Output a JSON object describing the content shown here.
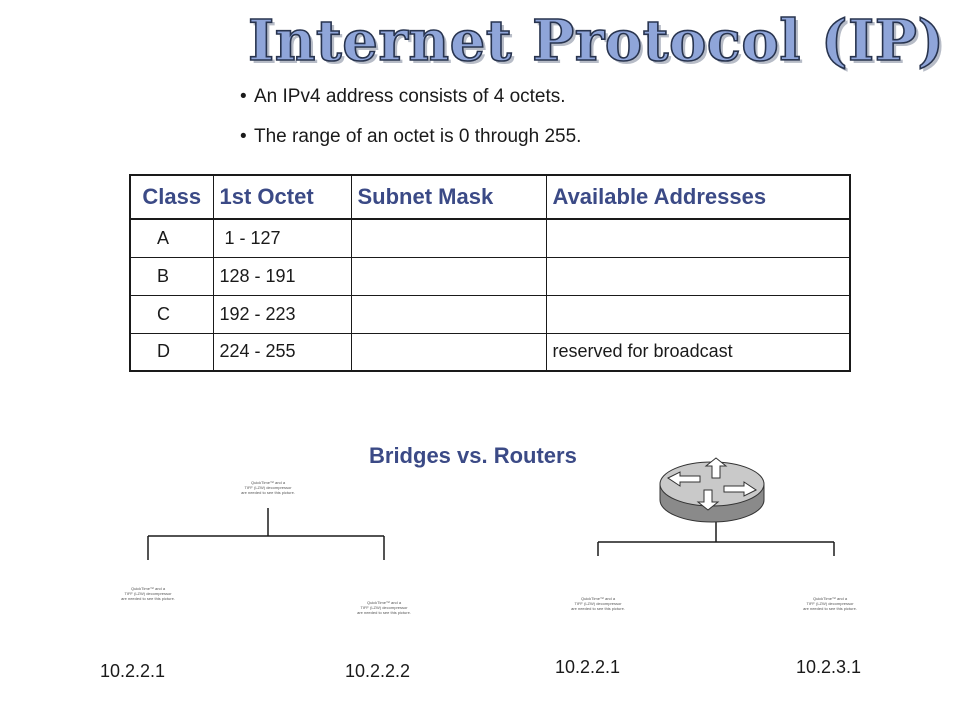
{
  "slide": {
    "title": "Internet Protocol (IP)",
    "bullets": [
      "An IPv4 address consists of 4 octets.",
      "The range of an octet is 0 through 255."
    ]
  },
  "table": {
    "headers": [
      "Class",
      "1st Octet",
      "Subnet Mask",
      "Available Addresses"
    ],
    "rows": [
      [
        "A",
        " 1 - 127",
        "",
        ""
      ],
      [
        "B",
        "128 - 191",
        "",
        ""
      ],
      [
        "C",
        "192 - 223",
        "",
        ""
      ],
      [
        "D",
        "224 - 255",
        "",
        "reserved for broadcast"
      ]
    ]
  },
  "diagram": {
    "subtitle": "Bridges vs. Routers",
    "placeholder_text": [
      "QuickTime™ and a",
      "TIFF (LZW) decompressor",
      "are needed to see this picture."
    ],
    "left_ips": [
      "10.2.2.1",
      "10.2.2.2"
    ],
    "right_ips": [
      "10.2.2.1",
      "10.2.3.1"
    ],
    "router_icon": "router-icon",
    "colors": {
      "title_fill": "#8fa5d9",
      "title_outline": "#28344f",
      "header_text": "#3b4a86"
    }
  }
}
